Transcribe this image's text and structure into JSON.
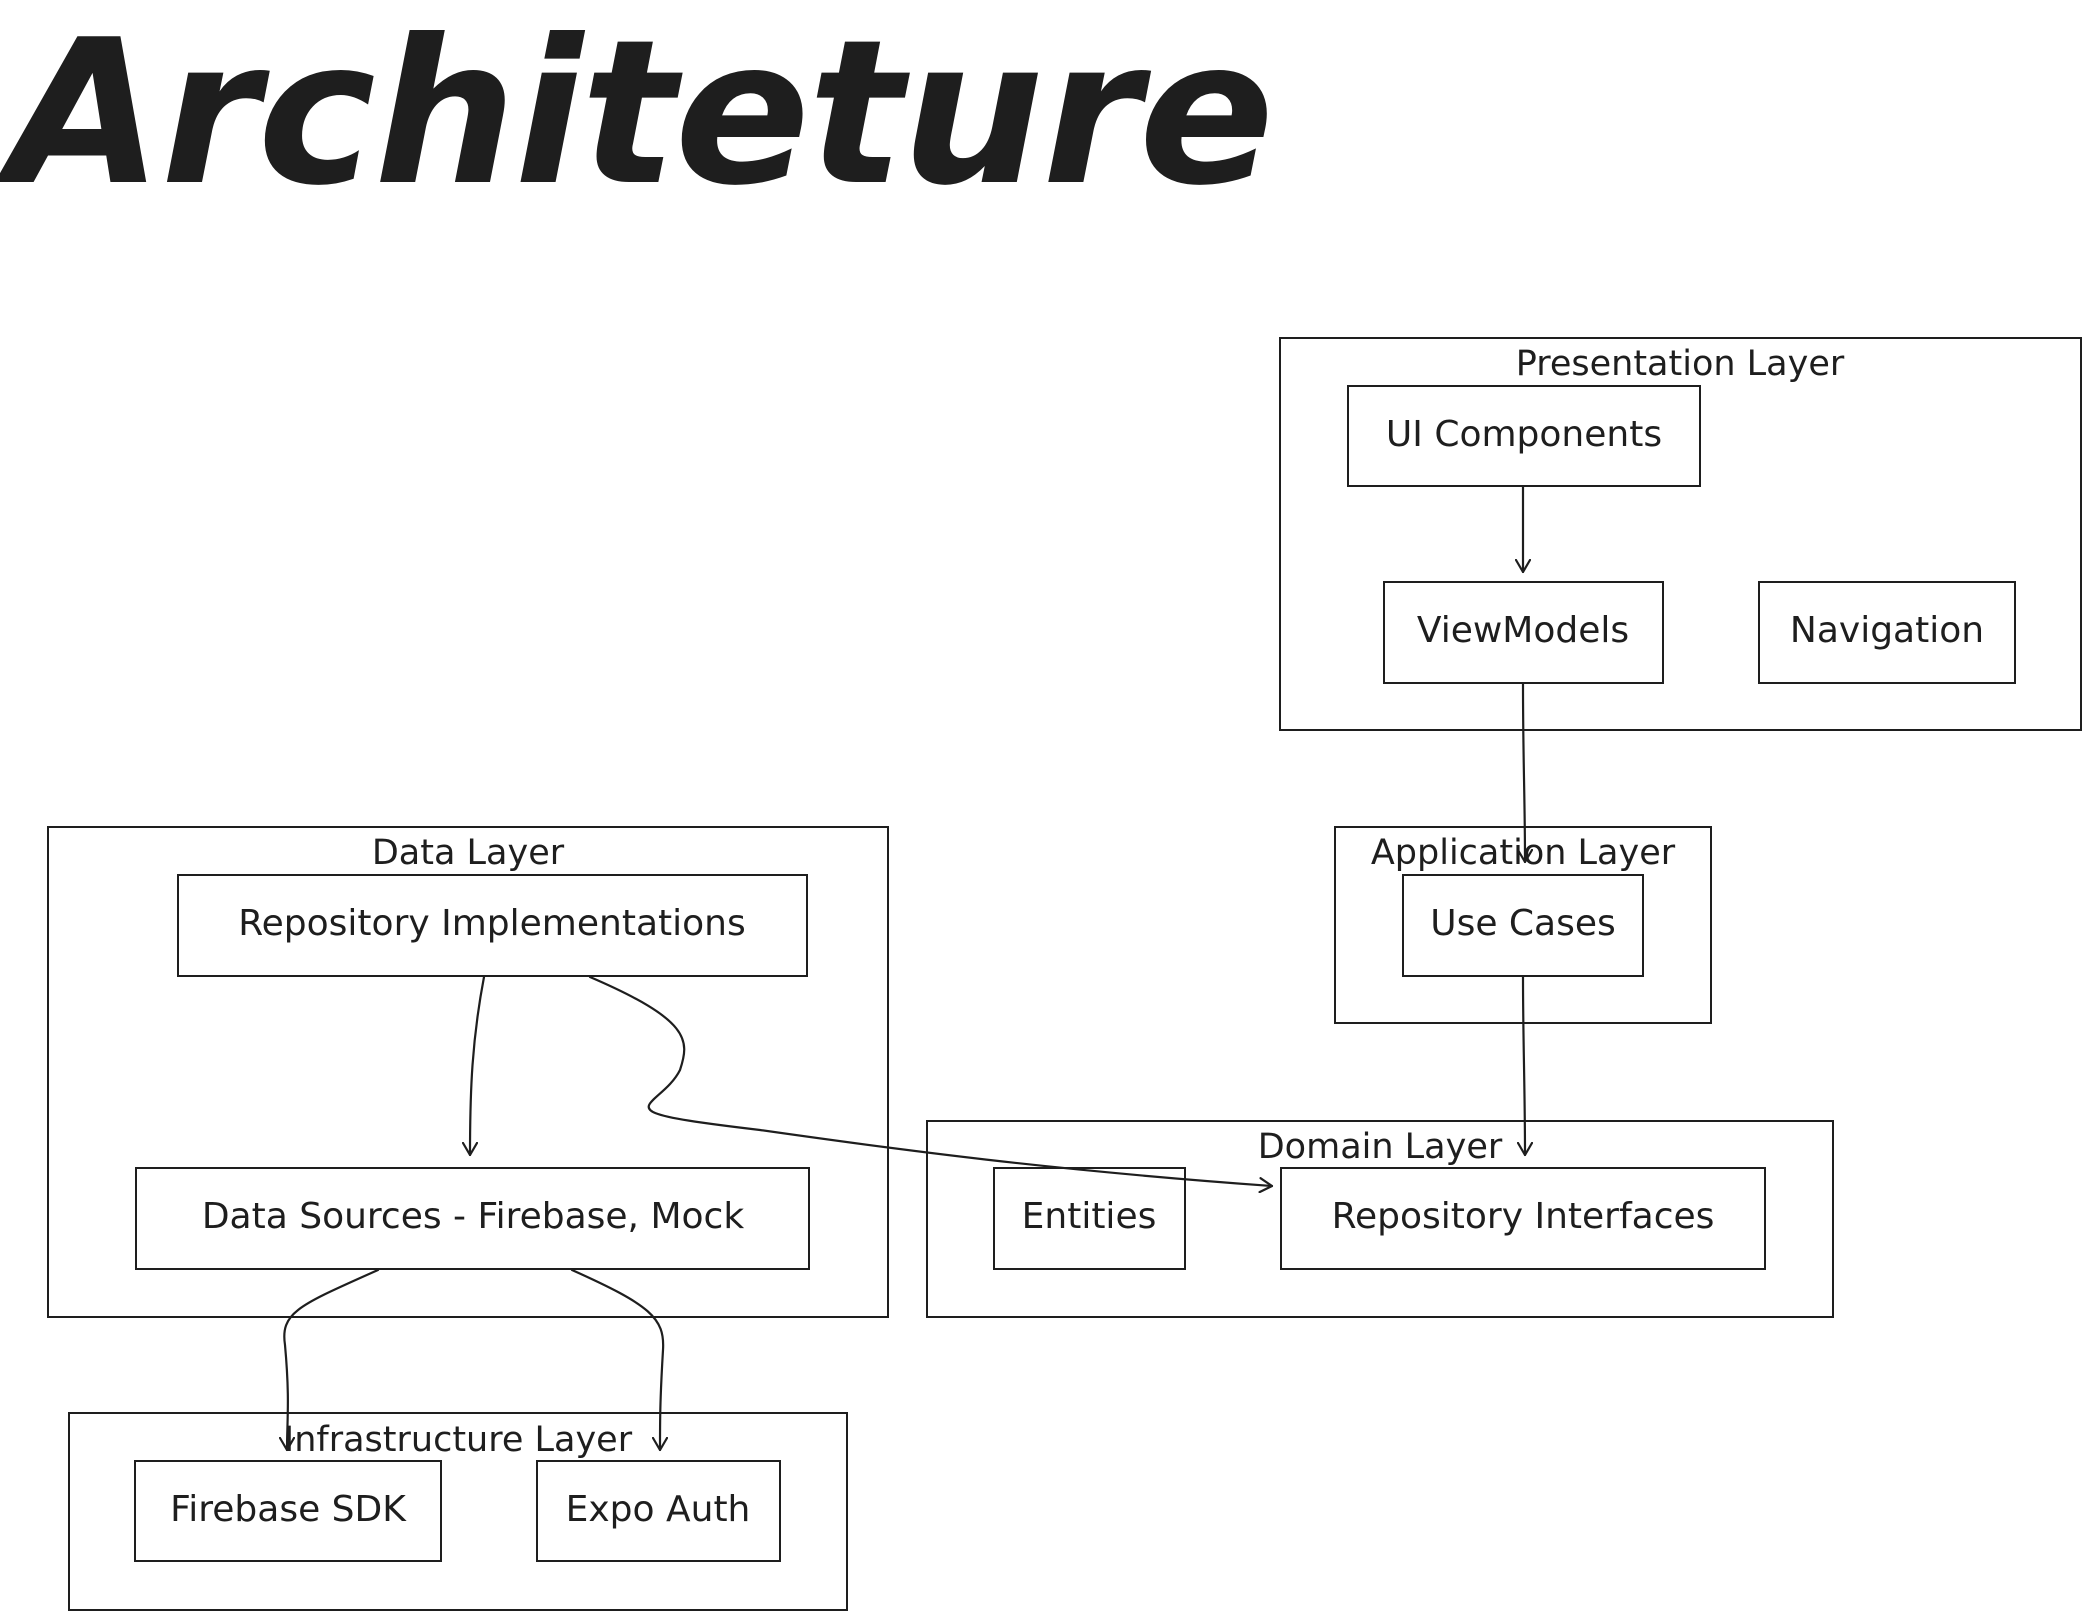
{
  "title": "Architeture",
  "layers": {
    "presentation": "Presentation Layer",
    "application": "Application Layer",
    "domain": "Domain Layer",
    "data": "Data Layer",
    "infrastructure": "Infrastructure Layer"
  },
  "nodes": {
    "ui_components": "UI Components",
    "viewmodels": "ViewModels",
    "navigation": "Navigation",
    "use_cases": "Use Cases",
    "entities": "Entities",
    "repository_interfaces": "Repository Interfaces",
    "repository_implementations": "Repository Implementations",
    "data_sources": "Data Sources - Firebase, Mock",
    "firebase_sdk": "Firebase SDK",
    "expo_auth": "Expo Auth"
  },
  "edges": [
    {
      "from": "UI Components",
      "to": "ViewModels"
    },
    {
      "from": "ViewModels",
      "to": "Use Cases"
    },
    {
      "from": "Use Cases",
      "to": "Repository Interfaces"
    },
    {
      "from": "Repository Implementations",
      "to": "Data Sources - Firebase, Mock"
    },
    {
      "from": "Repository Implementations",
      "to": "Repository Interfaces"
    },
    {
      "from": "Data Sources - Firebase, Mock",
      "to": "Firebase SDK"
    },
    {
      "from": "Data Sources - Firebase, Mock",
      "to": "Expo Auth"
    }
  ]
}
